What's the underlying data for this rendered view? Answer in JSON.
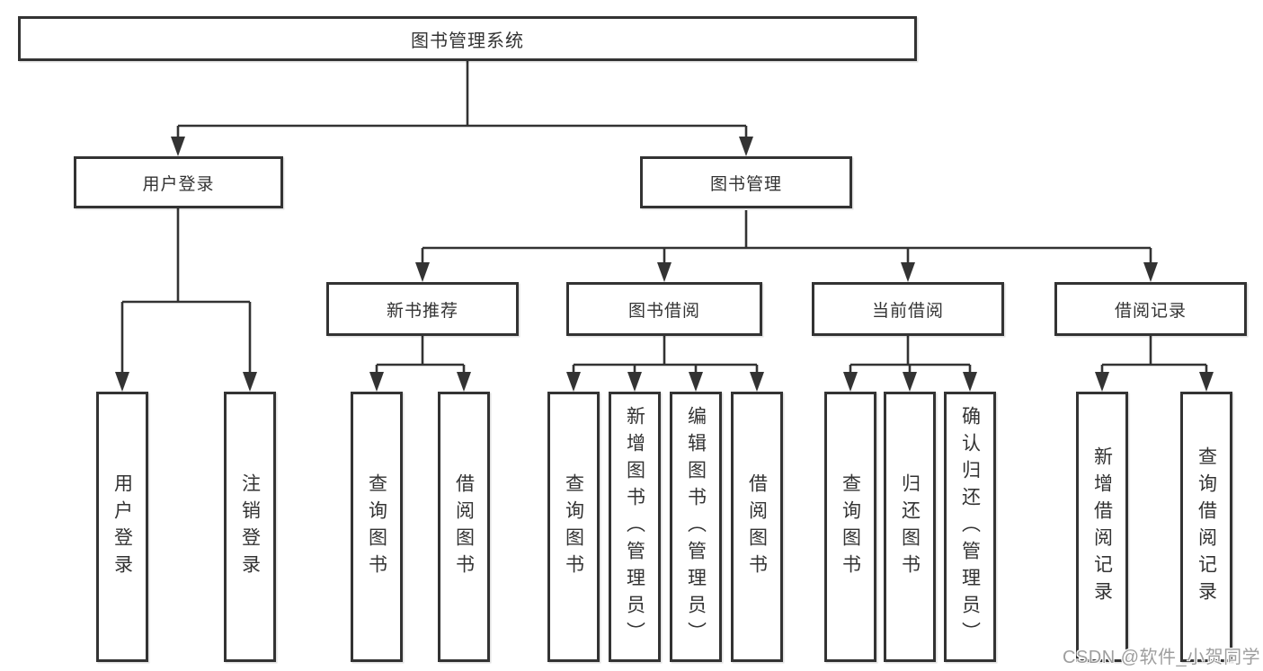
{
  "diagram": {
    "title": "图书管理系统",
    "root": {
      "label": "图书管理系统"
    },
    "level2": {
      "login": {
        "label": "用户登录"
      },
      "book_mgmt": {
        "label": "图书管理"
      }
    },
    "level3": {
      "new_book_rec": {
        "label": "新书推荐"
      },
      "book_borrow": {
        "label": "图书借阅"
      },
      "current_borrow": {
        "label": "当前借阅"
      },
      "borrow_records": {
        "label": "借阅记录"
      }
    },
    "leaves": {
      "user_login": {
        "label": "用户登录"
      },
      "logout": {
        "label": "注销登录"
      },
      "rec_query_book": {
        "label": "查询图书"
      },
      "rec_borrow_book": {
        "label": "借阅图书"
      },
      "bor_query_book": {
        "label": "查询图书"
      },
      "bor_add_book": {
        "label": "新增图书（管理员）"
      },
      "bor_edit_book": {
        "label": "编辑图书（管理员）"
      },
      "bor_borrow_book": {
        "label": "借阅图书"
      },
      "cur_query_book": {
        "label": "查询图书"
      },
      "cur_return_book": {
        "label": "归还图书"
      },
      "cur_confirm_return": {
        "label": "确认归还（管理员）"
      },
      "rb_add_record": {
        "label": "新增借阅记录"
      },
      "rb_query_record": {
        "label": "查询借阅记录"
      }
    }
  },
  "watermark": {
    "text": "CSDN @软件_小贺同学",
    "color": "#9e9e9e"
  },
  "colors": {
    "line": "#333333",
    "border": "#333333",
    "text": "#333333",
    "background": "#ffffff"
  }
}
